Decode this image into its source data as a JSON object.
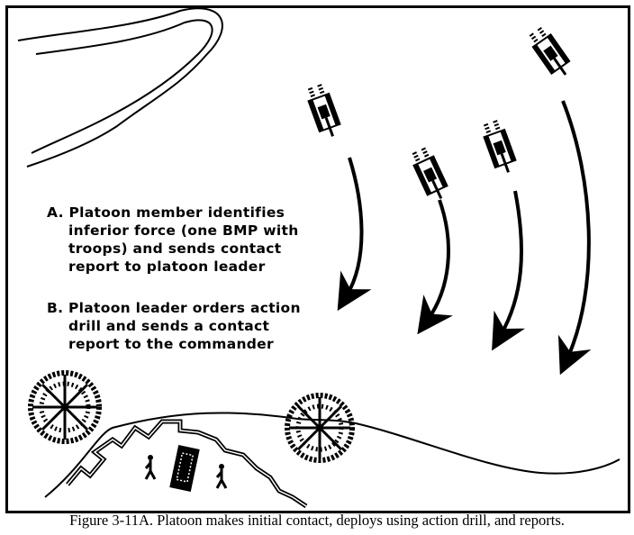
{
  "notes": {
    "a": [
      "A. Platoon member identifies",
      "inferior force (one BMP with",
      "troops) and sends contact",
      "report to platoon leader"
    ],
    "b": [
      "B. Platoon leader orders action",
      "drill and sends a contact",
      "report to the commander"
    ]
  },
  "caption": "Figure 3-11A. Platoon makes initial contact, deploys using action drill, and reports."
}
